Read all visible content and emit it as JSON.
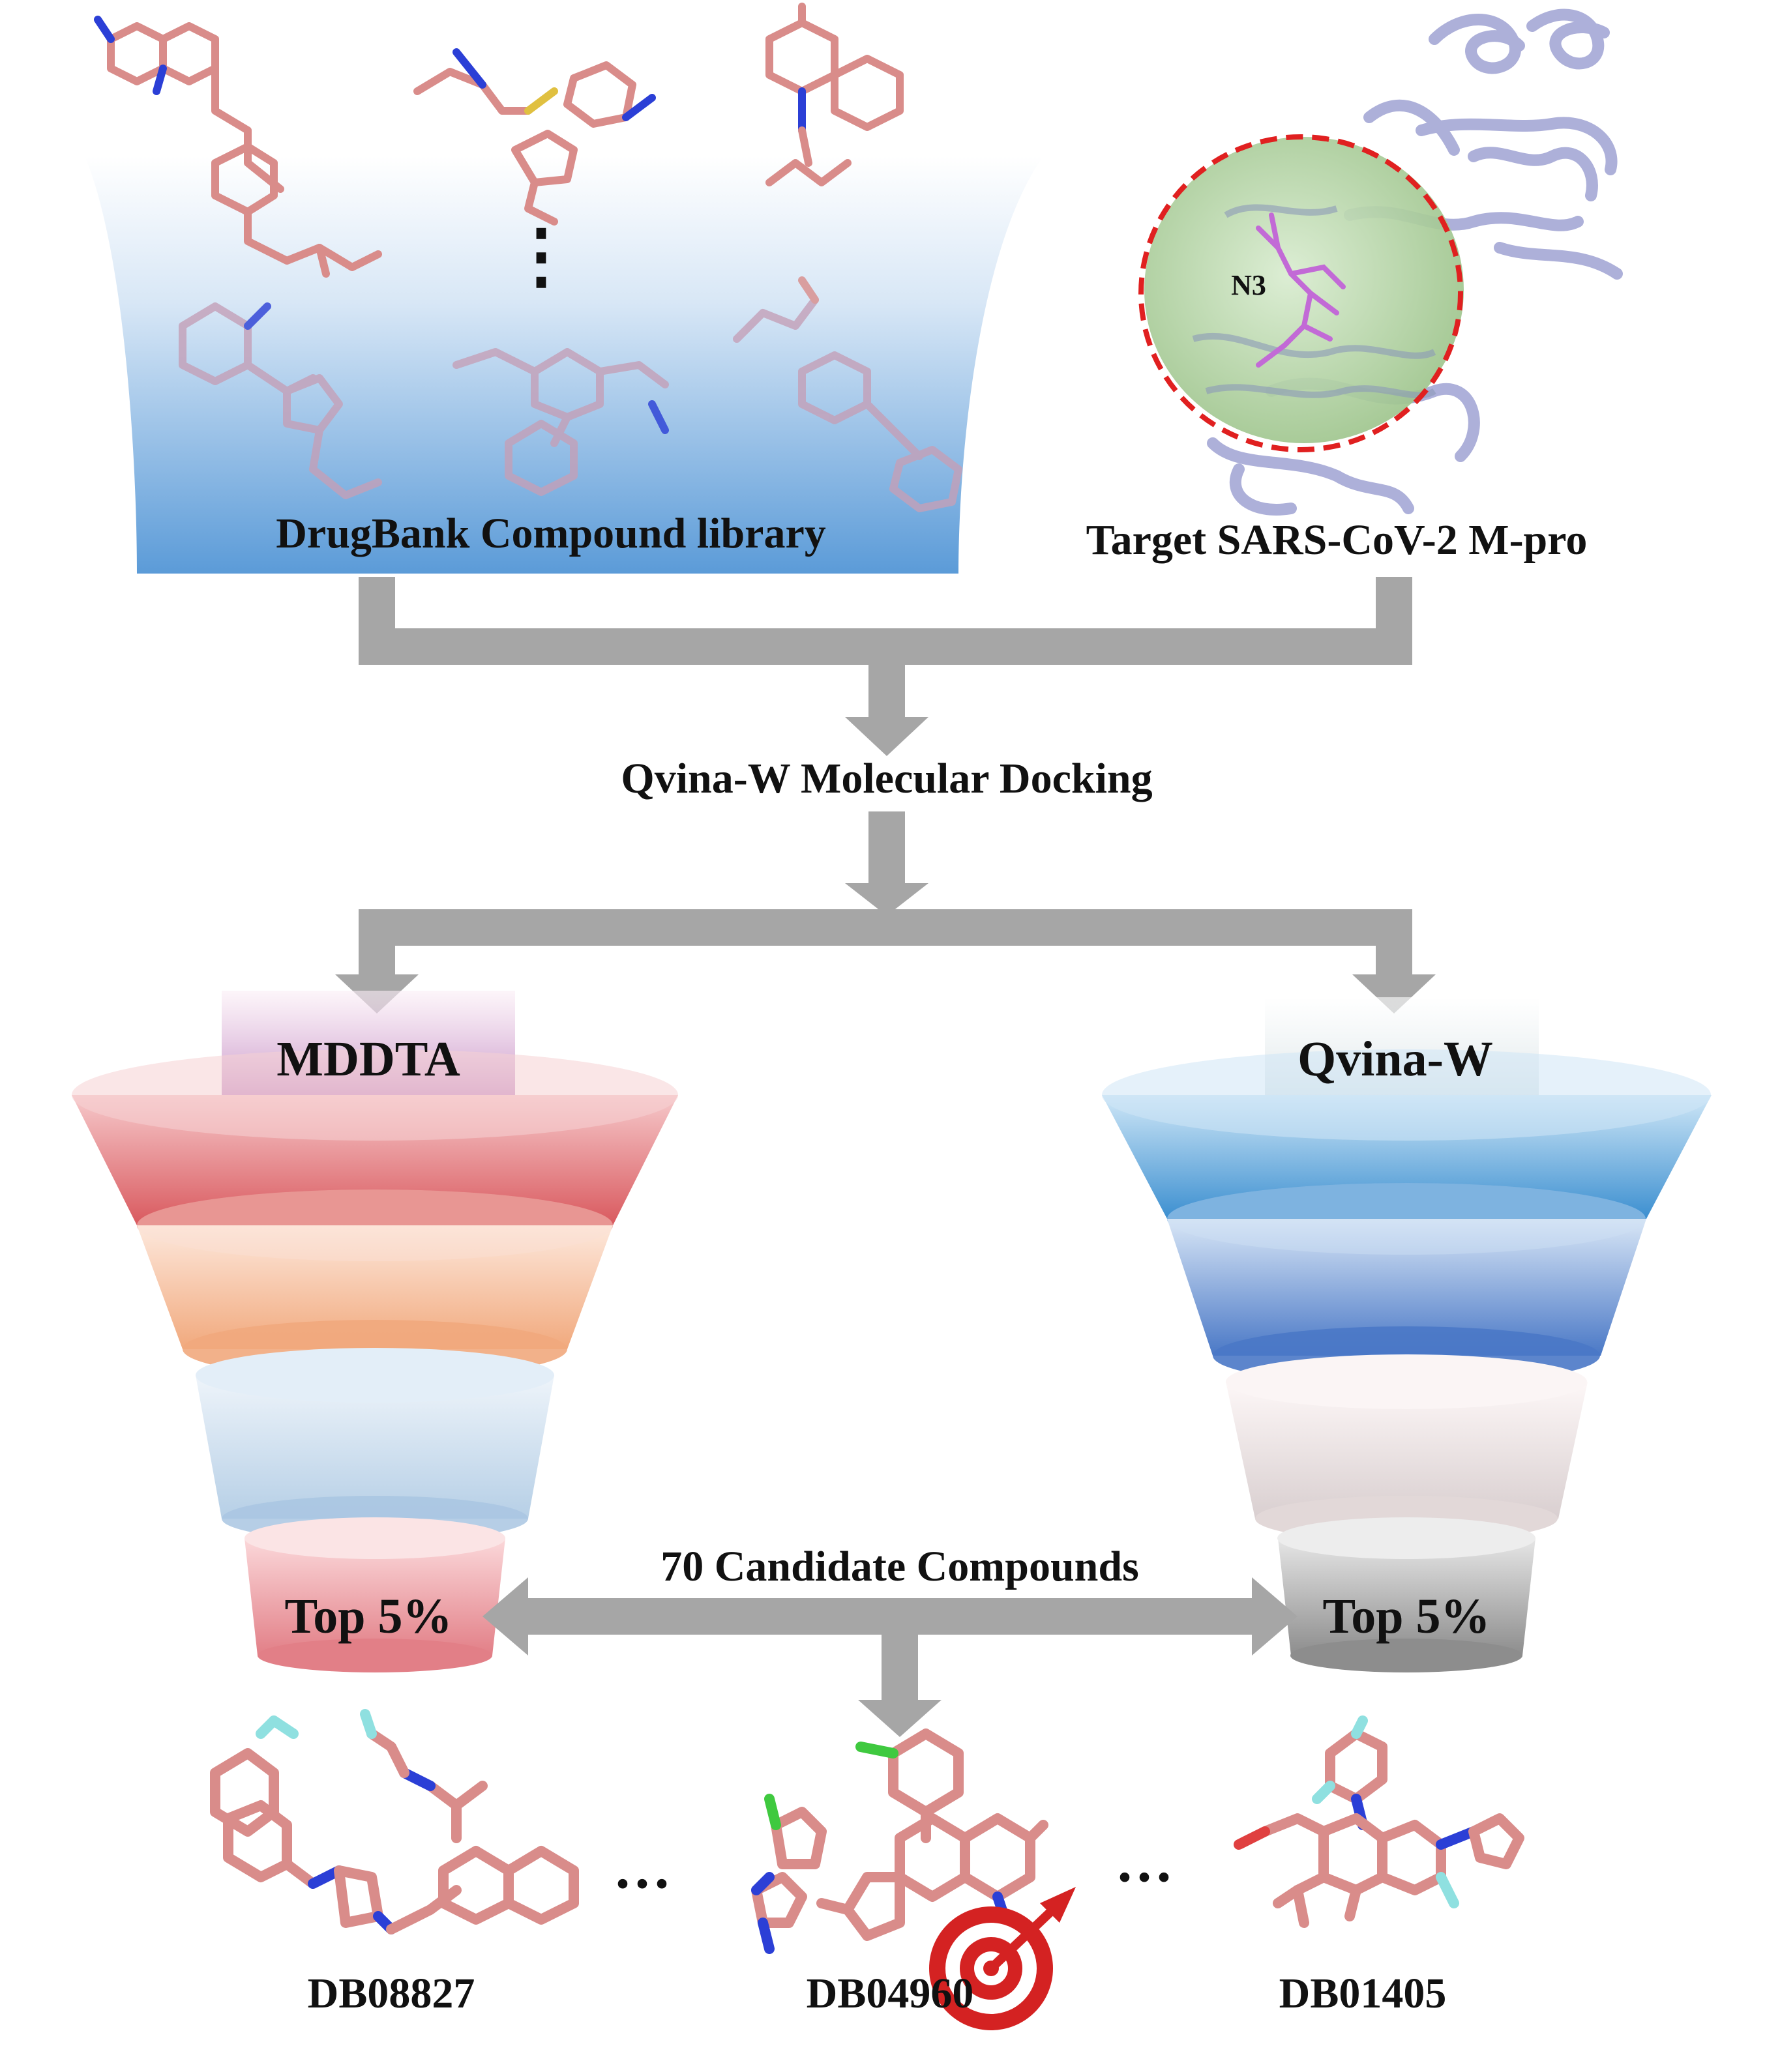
{
  "library": {
    "label": "DrugBank Compound library",
    "ellipsis": "⋮"
  },
  "target": {
    "label": "Target SARS-CoV-2 M-pro",
    "ligand_label": "N3"
  },
  "docking": {
    "label": "Qvina-W Molecular Docking"
  },
  "funnels": {
    "left": {
      "title": "MDDTA",
      "bottom_label": "Top 5%"
    },
    "right": {
      "title": "Qvina-W",
      "bottom_label": "Top 5%"
    }
  },
  "candidates": {
    "label": "70 Candidate Compounds"
  },
  "compounds": [
    {
      "id": "DB08827"
    },
    {
      "id": "DB04960"
    },
    {
      "id": "DB01405"
    }
  ],
  "separators": {
    "ellipsis": "···"
  },
  "colors": {
    "arrow": "#a6a6a6",
    "molecule": "#d98c8a",
    "nitrogen": "#2b3fd6",
    "fluorine": "#8fe0e0",
    "chlorine": "#3fc93f",
    "library_bg": "#5b9bd8",
    "protein": "#a9acd8",
    "pocket": "#b8d6a8",
    "ring_dash": "#e02020",
    "target_icon": "#d42222"
  }
}
